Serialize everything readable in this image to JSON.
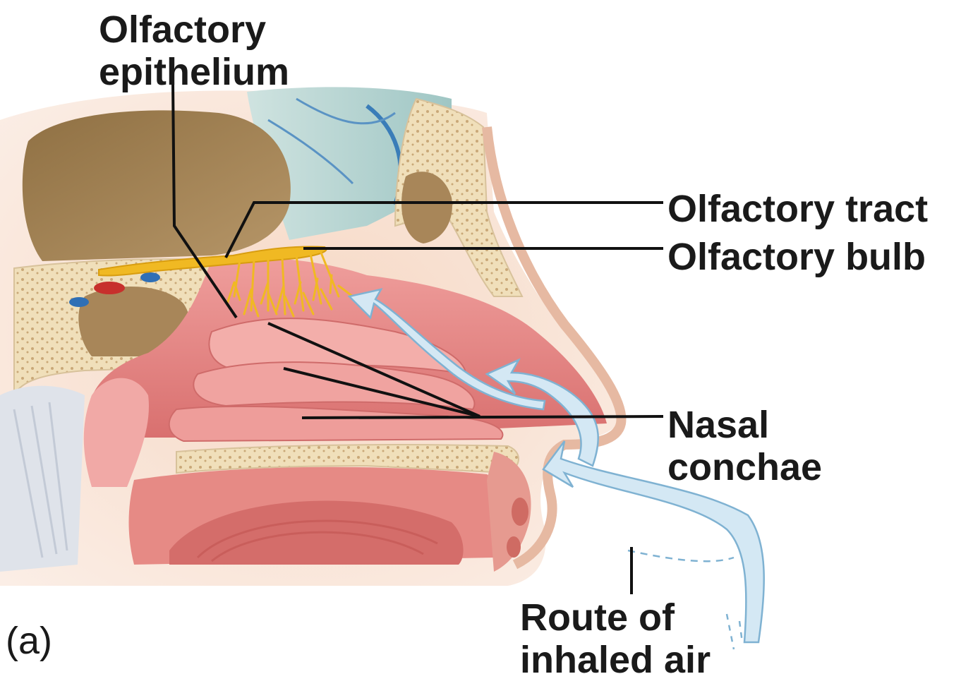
{
  "panel_letter": "(a)",
  "labels": {
    "olfactory_epithelium": [
      "Olfactory",
      "epithelium"
    ],
    "olfactory_tract": "Olfactory tract",
    "olfactory_bulb": "Olfactory bulb",
    "nasal_conchae": [
      "Nasal",
      "conchae"
    ],
    "route_of_inhaled_air": [
      "Route of",
      "inhaled air"
    ]
  },
  "colors": {
    "mucosa": "#e9898a",
    "bone": "#f2e3c2",
    "skin": "#f7d9c6",
    "brain": "#a3865a",
    "nerve": "#f0b923",
    "air_arrow": "#d4e8f4",
    "air_outline": "#7fb2d2",
    "artery": "#c7302c",
    "vein": "#2f6fb5",
    "leader_line": "#111111"
  },
  "icons": [
    "air-arrow-icon",
    "olfactory-nerve-icon"
  ]
}
